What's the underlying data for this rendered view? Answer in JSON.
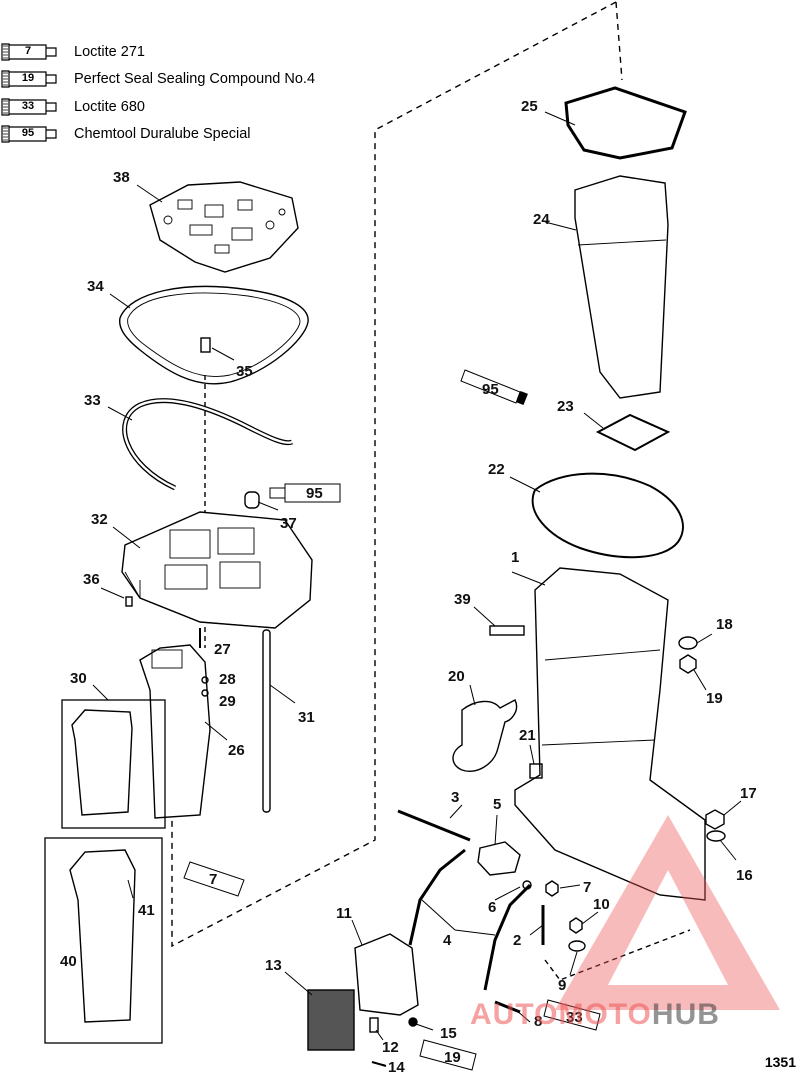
{
  "legend": [
    {
      "code": "7",
      "label": "Loctite 271"
    },
    {
      "code": "19",
      "label": "Perfect Seal Sealing Compound No.4"
    },
    {
      "code": "33",
      "label": "Loctite 680"
    },
    {
      "code": "95",
      "label": "Chemtool Duralube Special"
    }
  ],
  "callouts": [
    "1",
    "2",
    "3",
    "4",
    "5",
    "6",
    "7",
    "8",
    "9",
    "10",
    "11",
    "12",
    "13",
    "14",
    "15",
    "16",
    "17",
    "18",
    "19",
    "20",
    "21",
    "22",
    "23",
    "24",
    "25",
    "26",
    "27",
    "28",
    "29",
    "30",
    "31",
    "32",
    "33",
    "34",
    "35",
    "36",
    "37",
    "38",
    "39",
    "40",
    "41"
  ],
  "tube_labels": {
    "t95a": "95",
    "t95b": "95",
    "t7": "7",
    "t33": "33",
    "t19": "19"
  },
  "figure_code": "1351",
  "watermark": {
    "part_a": "AUTOMOTO",
    "part_b": "HUB"
  },
  "colors": {
    "line": "#000000",
    "watermark_red": "#ee5555",
    "watermark_gray": "#3c3c3c"
  }
}
